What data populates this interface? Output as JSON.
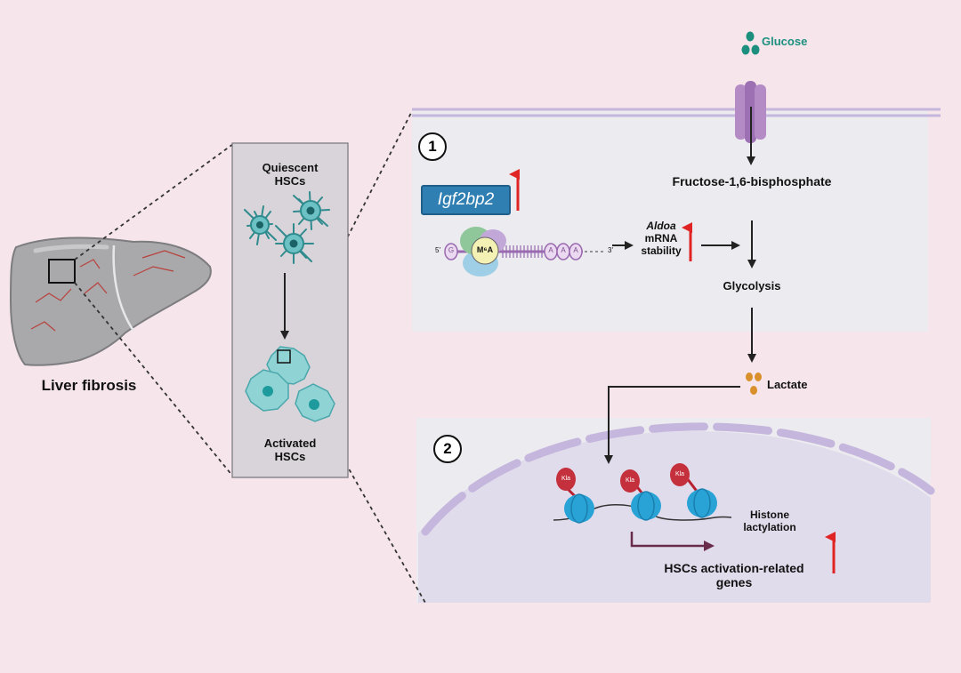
{
  "liver": {
    "label": "Liver fibrosis"
  },
  "hsc_panel": {
    "quiescent_label_1": "Quiescent",
    "quiescent_label_2": "HSCs",
    "activated_label_1": "Activated",
    "activated_label_2": "HSCs"
  },
  "pathway": {
    "glucose": "Glucose",
    "fructose": "Fructose-1,6-bisphosphate",
    "step1": "1",
    "gene": "Igf2bp2",
    "mrna_5prime": "5'",
    "mrna_3prime": "3'",
    "cap_letter": "G",
    "tail_letter": "A",
    "m6a_label": "M⁶A",
    "aldoa": "Aldoa",
    "mrna": "mRNA",
    "stability": "stability",
    "glycolysis": "Glycolysis",
    "lactate": "Lactate"
  },
  "nucleus": {
    "step2": "2",
    "kla_label": "Kla",
    "histone_1": "Histone",
    "histone_2": "lactylation",
    "genes_1": "HSCs activation-related",
    "genes_2": "genes"
  },
  "colors": {
    "background": "#f6e6ec",
    "panel": "#ecebef",
    "nucleus": "#e1dcec",
    "membrane": "#c5b6dd",
    "up_arrow": "#e02424",
    "glucose": "#1c8f7e",
    "lactate": "#d9902a",
    "gene_box": "#2f7fb3",
    "kla": "#c4303c",
    "nucleosome": "#29a3d6",
    "transport": "#6a2a4a",
    "cells": "#5fc0c3"
  }
}
